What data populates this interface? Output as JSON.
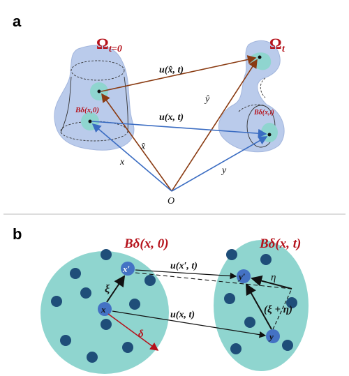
{
  "panel_a": {
    "letter": "a",
    "omega0": {
      "symbol": "Ω",
      "subscript": "t=0"
    },
    "omegaT": {
      "symbol": "Ω",
      "subscript": "t"
    },
    "u_hat_label": "u(x̂, t)",
    "u_label": "u(x, t)",
    "x_hat_label": "x̂",
    "x_label": "x",
    "y_hat_label": "ŷ",
    "y_label": "y",
    "origin_label": "O",
    "ball0_label": "Bδ(x,0)",
    "ballT_label": "Bδ(x,t)"
  },
  "panel_b": {
    "letter": "b",
    "ball0_title": "Bδ(x, 0)",
    "ballT_title": "Bδ(x, t)",
    "x_prime": "x′",
    "x": "x",
    "y_prime": "y′",
    "y": "y",
    "xi": "ξ",
    "delta": "δ",
    "eta": "η",
    "xi_eta": "(ξ + η)",
    "u_prime_label": "u(x′, t)",
    "u_label": "u(x, t)"
  },
  "colors": {
    "body_fill": "#b7c9ea",
    "ball_fill": "#8fd5cf",
    "dot_fill": "#1f4e79",
    "red": "#b5121b",
    "brown_arrow": "#8a3b12",
    "blue_arrow": "#3a6cc2"
  }
}
